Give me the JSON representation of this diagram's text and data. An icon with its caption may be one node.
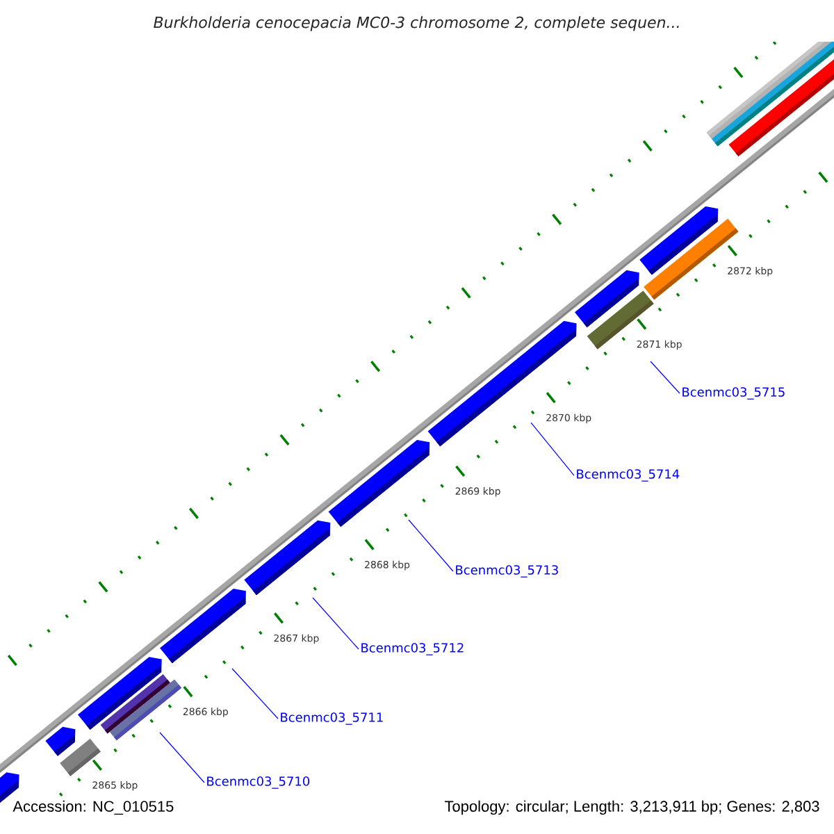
{
  "diagram": {
    "title": "Burkholderia cenocepacia MC0-3 chromosome 2, complete sequen...",
    "nodes": [
      {
        "text": [
          "Bcenmc03_5715"
        ]
      },
      {
        "text": [
          "Bcenmc03_5714"
        ]
      },
      {
        "text": [
          "Bcenmc03_5713"
        ]
      },
      {
        "text": [
          "Bcenmc03_5712"
        ]
      },
      {
        "text": [
          "Bcenmc03_5711"
        ]
      },
      {
        "text": [
          "Bcenmc03_5710"
        ]
      }
    ],
    "edges": [
      {
        "from": 0,
        "to": null,
        "arrow": "none"
      },
      {
        "from": 1,
        "to": null,
        "arrow": "none"
      },
      {
        "from": 2,
        "to": null,
        "arrow": "none"
      },
      {
        "from": 3,
        "to": null,
        "arrow": "none"
      },
      {
        "from": 4,
        "to": null,
        "arrow": "none"
      },
      {
        "from": 5,
        "to": null,
        "arrow": "none"
      }
    ],
    "labels": [
      "2872 kbp",
      "2871 kbp",
      "2870 kbp",
      "2869 kbp",
      "2868 kbp",
      "2867 kbp",
      "2866 kbp",
      "2865 kbp",
      "Accession: NC_010515",
      "Topology: circular; Length: 3,213,911 bp; Genes: 2,803"
    ]
  }
}
